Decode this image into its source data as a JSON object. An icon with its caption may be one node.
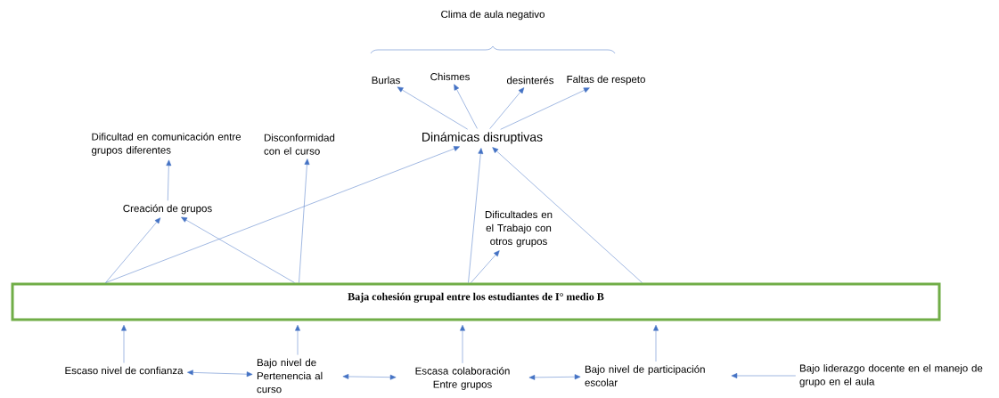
{
  "diagram": {
    "nodes": [
      {
        "text": [
          "Burlas"
        ]
      },
      {
        "text": [
          "Chismes"
        ]
      },
      {
        "text": [
          "desinterés"
        ]
      },
      {
        "text": [
          "Faltas de respeto"
        ]
      },
      {
        "text": [
          "Dificultad en comunicación entre grupos diferentes"
        ]
      },
      {
        "text": [
          "Disconformidad con el curso"
        ]
      },
      {
        "text": [
          "Dinámicas disruptivas"
        ]
      },
      {
        "text": [
          "Creación de grupos"
        ]
      },
      {
        "text": [
          "Dificultades en el Trabajo  con otros grupos"
        ]
      },
      {
        "text": [
          "Baja cohesión grupal entre los estudiantes de I° medio B"
        ]
      },
      {
        "text": [
          "Escaso nivel de confianza"
        ]
      },
      {
        "text": [
          "Bajo nivel de Pertenencia al curso"
        ]
      },
      {
        "text": [
          "Escasa colaboración Entre grupos"
        ]
      },
      {
        "text": [
          "Bajo nivel de participación escolar"
        ]
      },
      {
        "text": [
          "Bajo liderazgo docente en el manejo de grupo en el aula"
        ]
      }
    ],
    "edges": [
      {
        "from": 6,
        "to": 0,
        "arrow": "to"
      },
      {
        "from": 6,
        "to": 1,
        "arrow": "to"
      },
      {
        "from": 6,
        "to": 2,
        "arrow": "to"
      },
      {
        "from": 6,
        "to": 3,
        "arrow": "to"
      },
      {
        "from": 7,
        "to": 4,
        "arrow": "to"
      },
      {
        "from": 9,
        "to": 7,
        "arrow": "to"
      },
      {
        "from": 9,
        "to": 6,
        "arrow": "to"
      },
      {
        "from": 9,
        "to": 7,
        "arrow": "to"
      },
      {
        "from": 9,
        "to": 5,
        "arrow": "to"
      },
      {
        "from": 9,
        "to": 6,
        "arrow": "to"
      },
      {
        "from": 9,
        "to": 8,
        "arrow": "to"
      },
      {
        "from": 9,
        "to": 6,
        "arrow": "to"
      },
      {
        "from": 10,
        "to": 9,
        "arrow": "to"
      },
      {
        "from": 11,
        "to": 9,
        "arrow": "to"
      },
      {
        "from": 12,
        "to": 9,
        "arrow": "to"
      },
      {
        "from": 13,
        "to": 9,
        "arrow": "to"
      },
      {
        "from": 10,
        "to": 11,
        "arrow": "both"
      },
      {
        "from": 11,
        "to": 12,
        "arrow": "both"
      },
      {
        "from": 12,
        "to": 13,
        "arrow": "both"
      },
      {
        "from": 14,
        "to": 13,
        "arrow": "to"
      }
    ],
    "labels": [
      "Clima de aula negativo"
    ]
  }
}
